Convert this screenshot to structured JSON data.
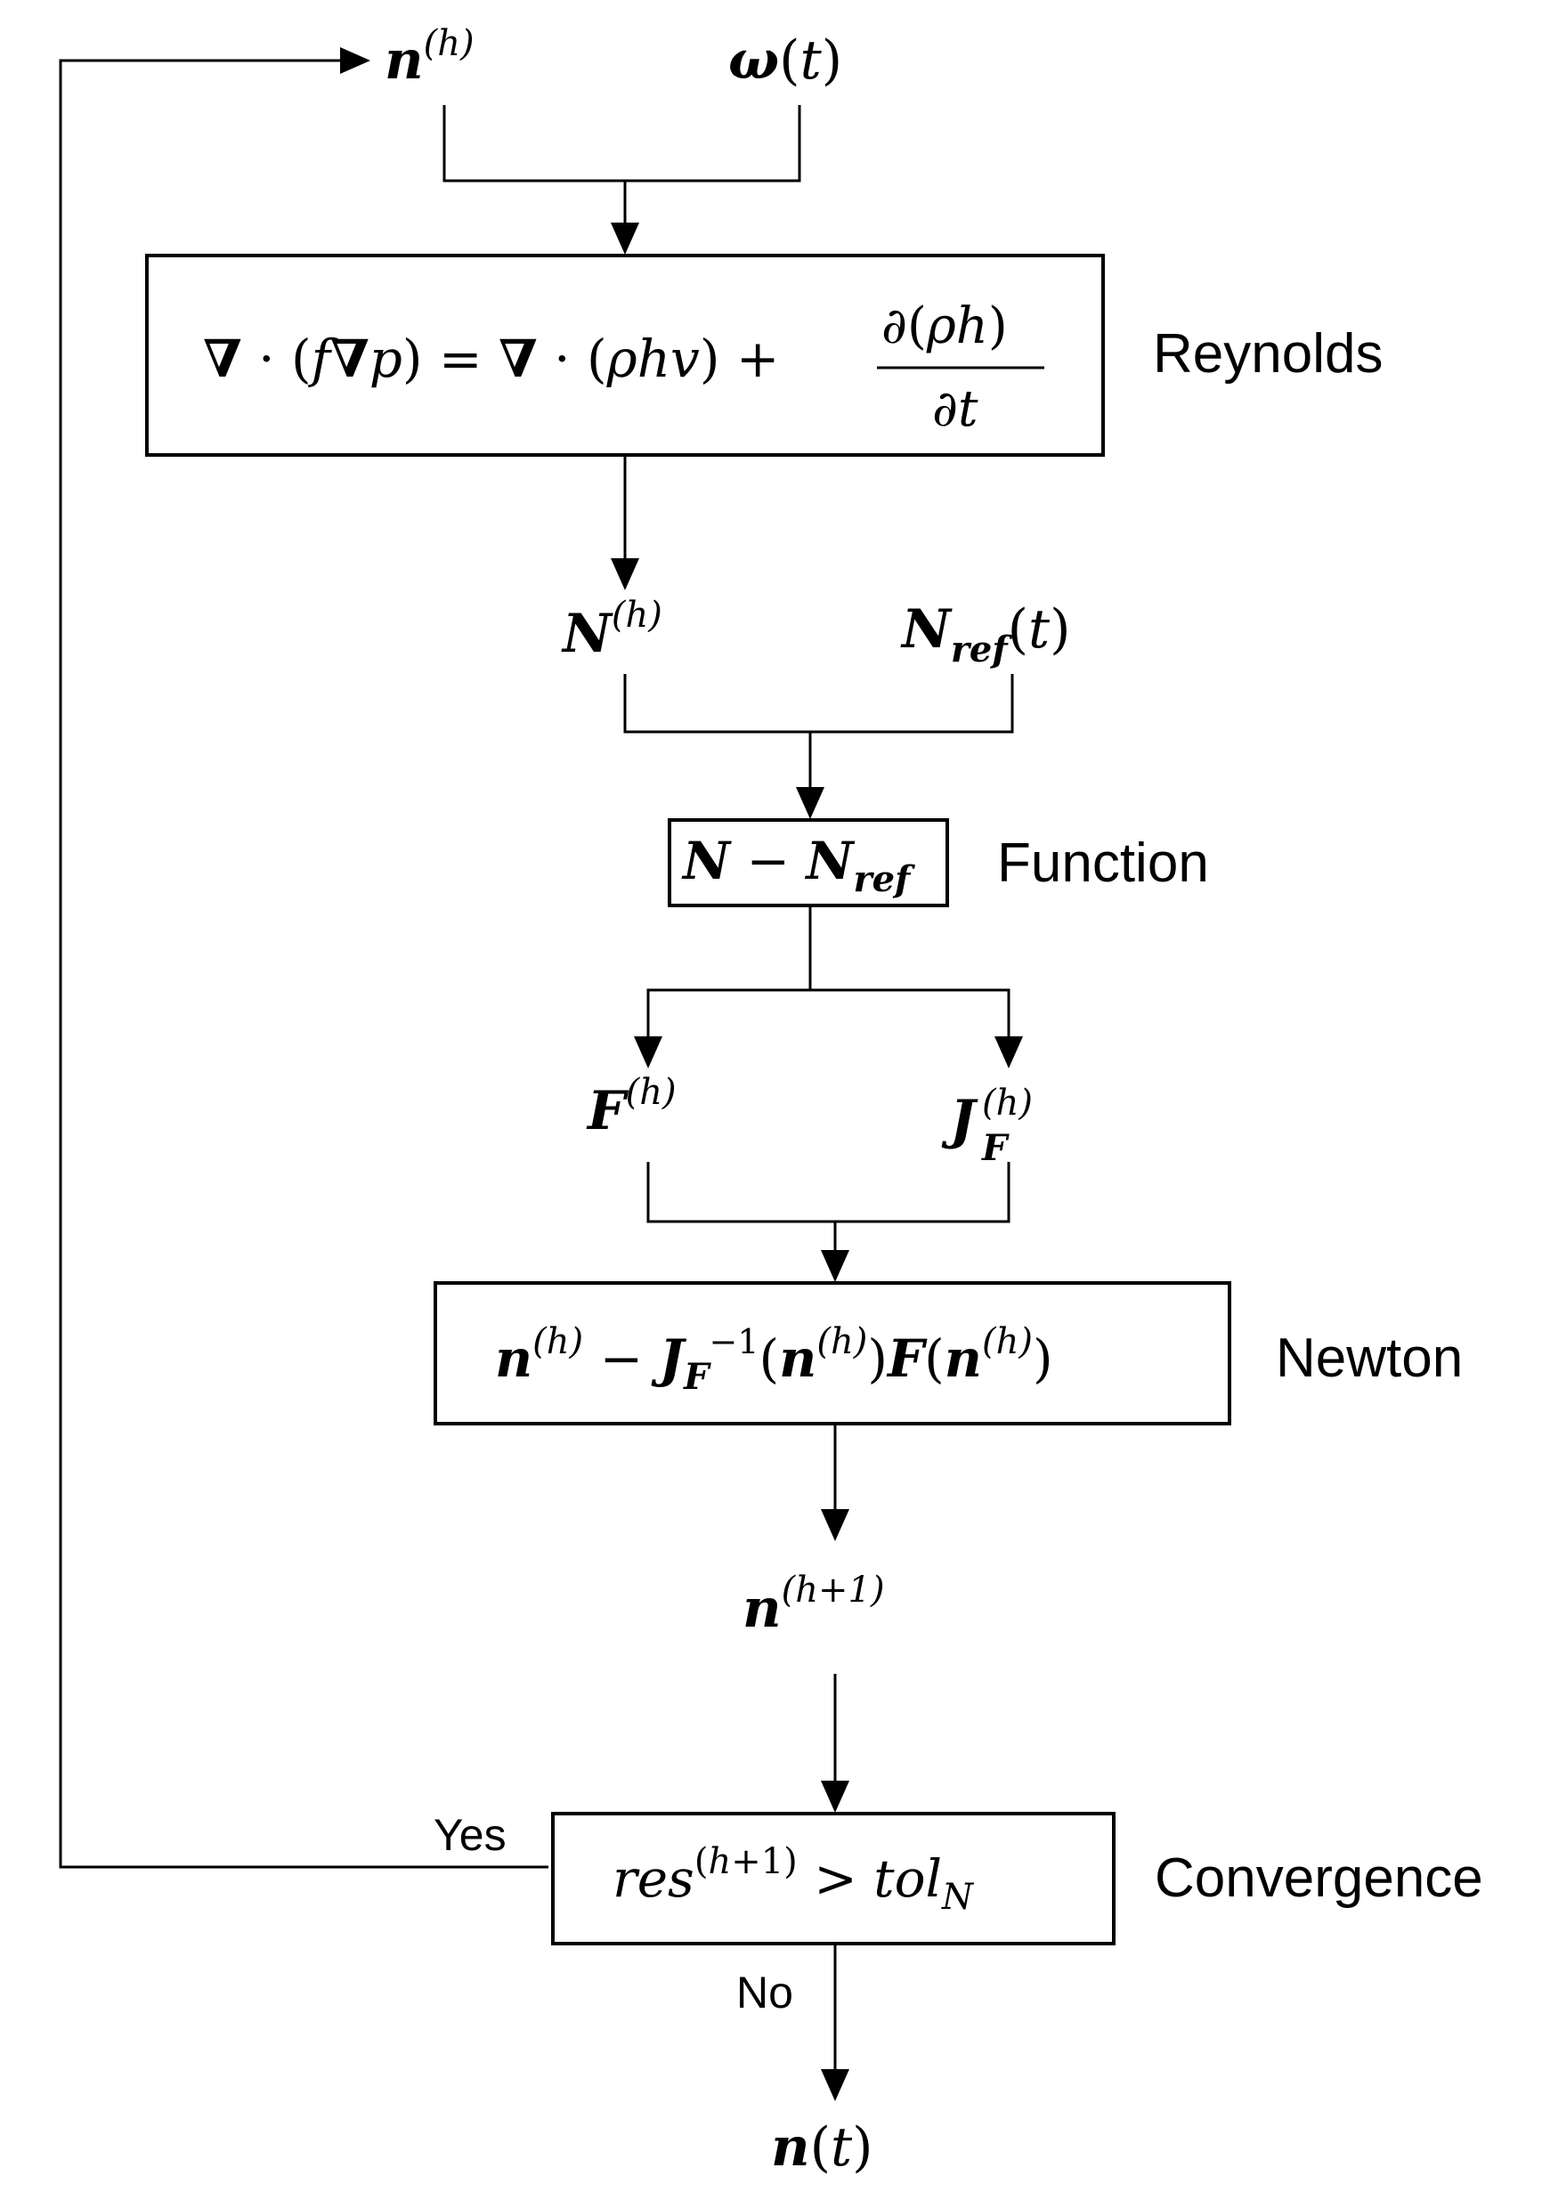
{
  "stages": {
    "reynolds": "Reynolds",
    "function": "Function",
    "newton": "Newton",
    "convergence": "Convergence"
  },
  "branches": {
    "yes": "Yes",
    "no": "No"
  }
}
